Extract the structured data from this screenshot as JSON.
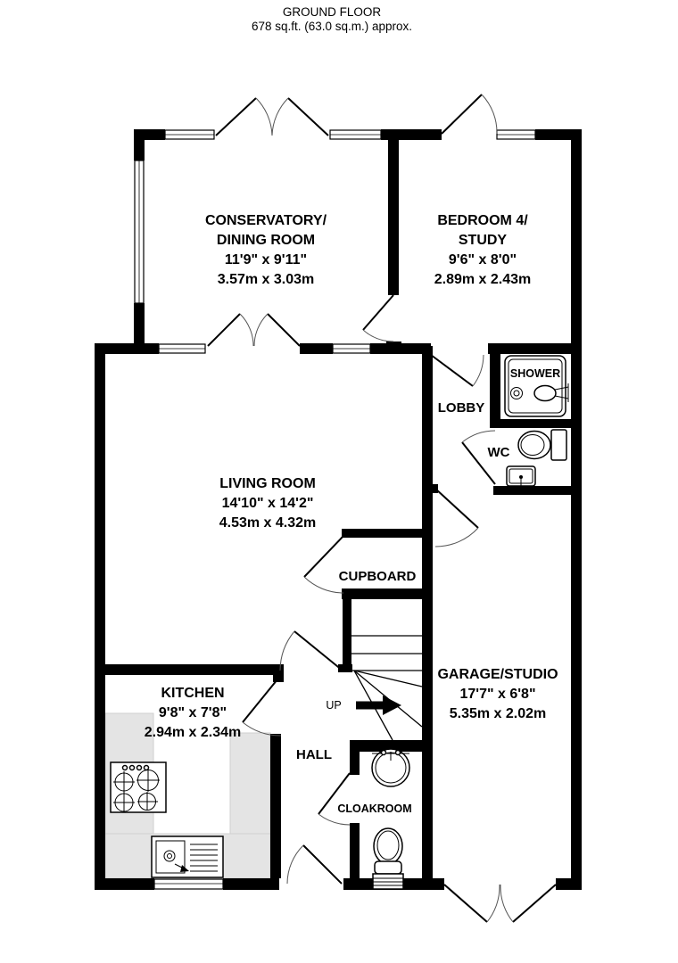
{
  "title": {
    "line1": "GROUND FLOOR",
    "line2": "678 sq.ft. (63.0 sq.m.) approx."
  },
  "rooms": {
    "conservatory": {
      "line1": "CONSERVATORY/",
      "line2": "DINING ROOM",
      "size_imperial": "11'9\"  x 9'11\"",
      "size_metric": "3.57m  x 3.03m"
    },
    "bedroom4": {
      "line1": "BEDROOM 4/",
      "line2": "STUDY",
      "size_imperial": "9'6\"  x 8'0\"",
      "size_metric": "2.89m  x 2.43m"
    },
    "living": {
      "line1": "LIVING ROOM",
      "size_imperial": "14'10\"  x 14'2\"",
      "size_metric": "4.53m  x 4.32m"
    },
    "kitchen": {
      "line1": "KITCHEN",
      "size_imperial": "9'8\"  x 7'8\"",
      "size_metric": "2.94m  x 2.34m"
    },
    "garage": {
      "line1": "GARAGE/STUDIO",
      "size_imperial": "17'7\"  x 6'8\"",
      "size_metric": "5.35m  x 2.02m"
    },
    "lobby": {
      "label": "LOBBY"
    },
    "shower": {
      "label": "SHOWER"
    },
    "wc": {
      "label": "WC"
    },
    "cupboard": {
      "label": "CUPBOARD"
    },
    "hall": {
      "label": "HALL"
    },
    "cloakroom": {
      "label": "CLOAKROOM"
    }
  },
  "stairs": {
    "direction_label": "UP"
  },
  "colors": {
    "wall": "#000000",
    "counter": "#e4e4e4",
    "background": "#ffffff",
    "text": "#000000"
  }
}
